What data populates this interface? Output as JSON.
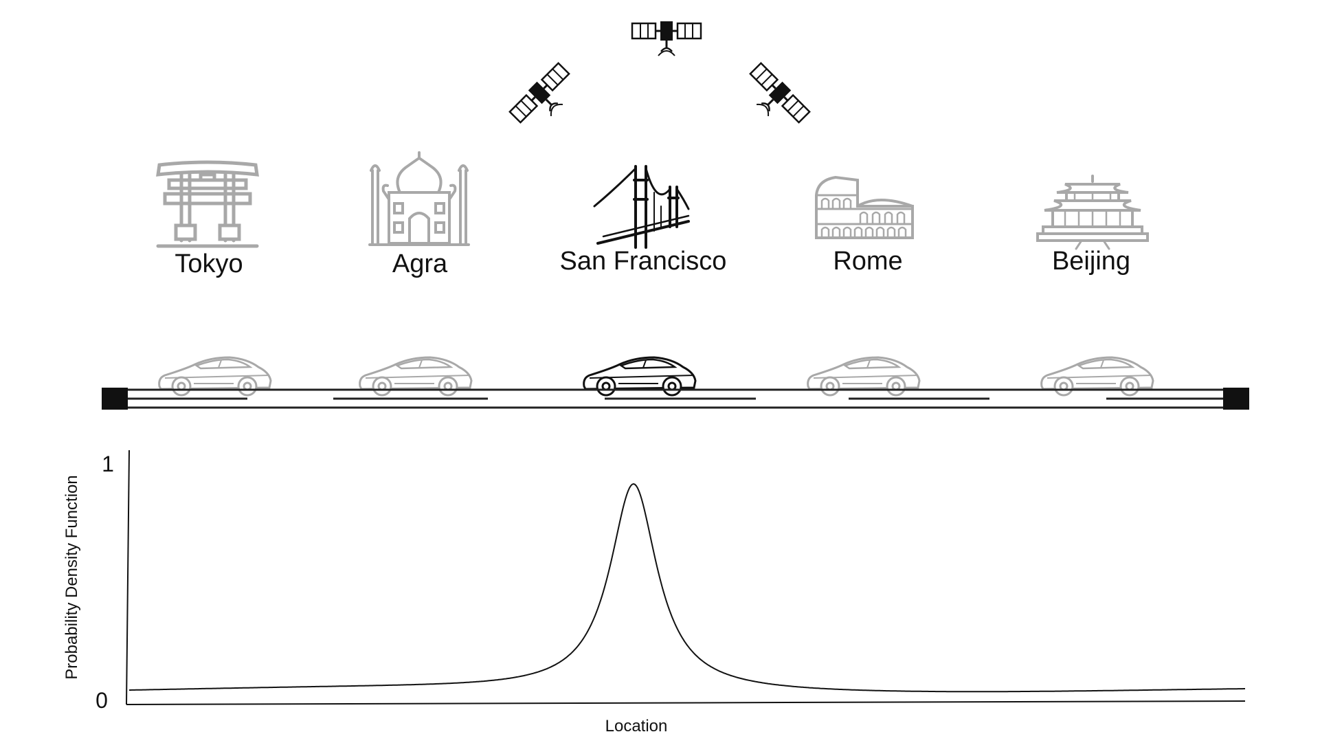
{
  "diagram": {
    "satellites": [
      {
        "id": "left",
        "icon": "satellite-icon"
      },
      {
        "id": "center",
        "icon": "satellite-icon"
      },
      {
        "id": "right",
        "icon": "satellite-icon"
      }
    ],
    "cities": [
      {
        "name": "Tokyo",
        "icon": "torii-gate-icon",
        "active": false
      },
      {
        "name": "Agra",
        "icon": "taj-mahal-icon",
        "active": false
      },
      {
        "name": "San Francisco",
        "icon": "golden-gate-bridge-icon",
        "active": true
      },
      {
        "name": "Rome",
        "icon": "colosseum-icon",
        "active": false
      },
      {
        "name": "Beijing",
        "icon": "forbidden-city-icon",
        "active": false
      }
    ],
    "cars": [
      {
        "icon": "sports-car-icon",
        "active": false
      },
      {
        "icon": "sports-car-icon",
        "active": false
      },
      {
        "icon": "sports-car-icon",
        "active": true
      },
      {
        "icon": "sports-car-icon",
        "active": false
      },
      {
        "icon": "sports-car-icon",
        "active": false
      }
    ],
    "colors": {
      "active": "#111111",
      "inactive": "#a8a8a8",
      "road": "#222222"
    }
  },
  "chart_data": {
    "type": "line",
    "xlabel": "Location",
    "ylabel": "Probability Density Function",
    "y_ticks": [
      "1",
      "0"
    ],
    "ylim": [
      0,
      1
    ],
    "peak_value": 0.92
  }
}
